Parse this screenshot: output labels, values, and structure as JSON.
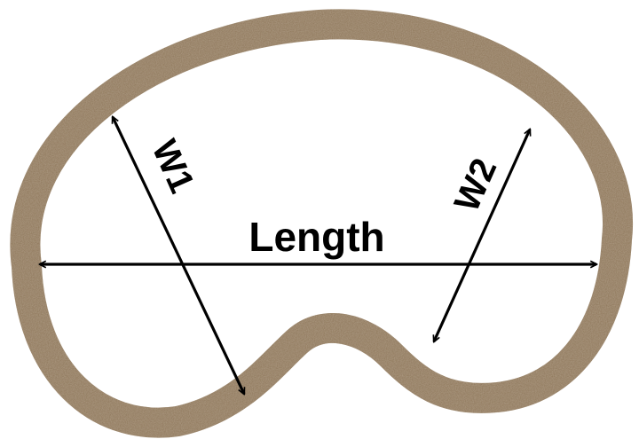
{
  "diagram": {
    "outline_color": "#8b7355",
    "outline_highlight": "#a78d6f",
    "arrow_color": "#000000",
    "labels": {
      "length": "Length",
      "w1": "W1",
      "w2": "W2"
    }
  }
}
